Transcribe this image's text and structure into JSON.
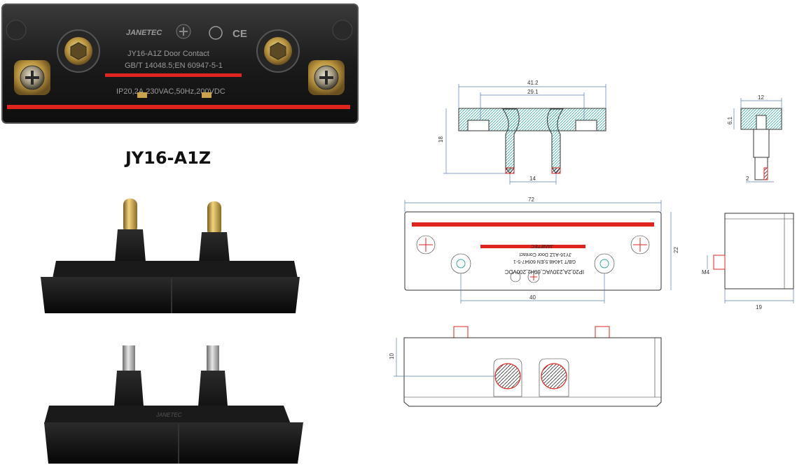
{
  "product": {
    "model_title": "JY16-A1Z"
  },
  "top_photo": {
    "brand": "JANETEC",
    "line1": "JY16-A1Z   Door Contact",
    "line2": "GB/T 14048.5;EN 60947-5-1",
    "line3": "IP20,2A,230VAC,50Hz,200VDC"
  },
  "drawing": {
    "front_view": {
      "overall_width": "41.2",
      "inner_width": "29.1",
      "height": "18",
      "pin_spacing": "14"
    },
    "side_view": {
      "width": "12",
      "height": "6.1",
      "pin_width": "2"
    },
    "top_view": {
      "length": "72",
      "height": "22",
      "hole_spacing": "40",
      "label_line1": "IP20,2A,230VAC,60Hz,200VDC",
      "label_line2": "GB/T 14048.5;EN 60947-5-1",
      "label_line3": "JY16-A1Z   Door Contact",
      "brand": "JANETEC"
    },
    "right_side_view": {
      "depth": "19",
      "pin_label": "M4"
    },
    "bottom_view": {
      "height": "10"
    }
  },
  "colors": {
    "red_stripe": "#e0251f",
    "body_black": "#141414",
    "brass": "#c9a24a",
    "dim_line": "#5a7fb0",
    "hatch": "#36a9a0"
  }
}
